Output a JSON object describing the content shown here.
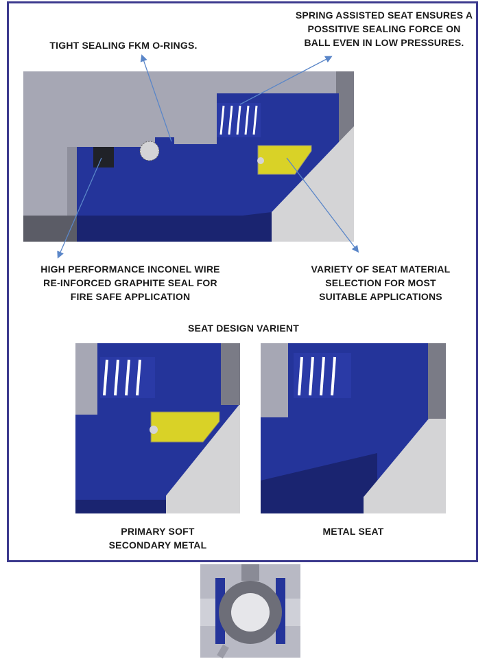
{
  "callouts": {
    "oring": "TIGHT SEALING FKM O-RINGS.",
    "spring": [
      "SPRING ASSISTED SEAT ENSURES A",
      "POSSITIVE SEALING FORCE ON",
      "BALL EVEN IN LOW PRESSURES."
    ],
    "graphite": [
      "HIGH PERFORMANCE INCONEL WIRE",
      "RE-INFORCED GRAPHITE SEAL FOR",
      "FIRE SAFE APPLICATION"
    ],
    "material": [
      "VARIETY OF SEAT MATERIAL",
      "SELECTION FOR MOST",
      "SUITABLE APPLICATIONS"
    ]
  },
  "variants": {
    "heading": "SEAT DESIGN VARIENT",
    "soft": [
      "PRIMARY SOFT",
      "SECONDARY METAL"
    ],
    "metal": "METAL SEAT"
  },
  "colors": {
    "seat_blue": "#24349a",
    "seat_dark": "#1a2470",
    "body_grey": "#a6a7b4",
    "insert_yellow": "#d9d227",
    "ball_grey": "#d4d4d6",
    "frame_border": "#3c3a8e",
    "arrow": "#5a86c8"
  }
}
